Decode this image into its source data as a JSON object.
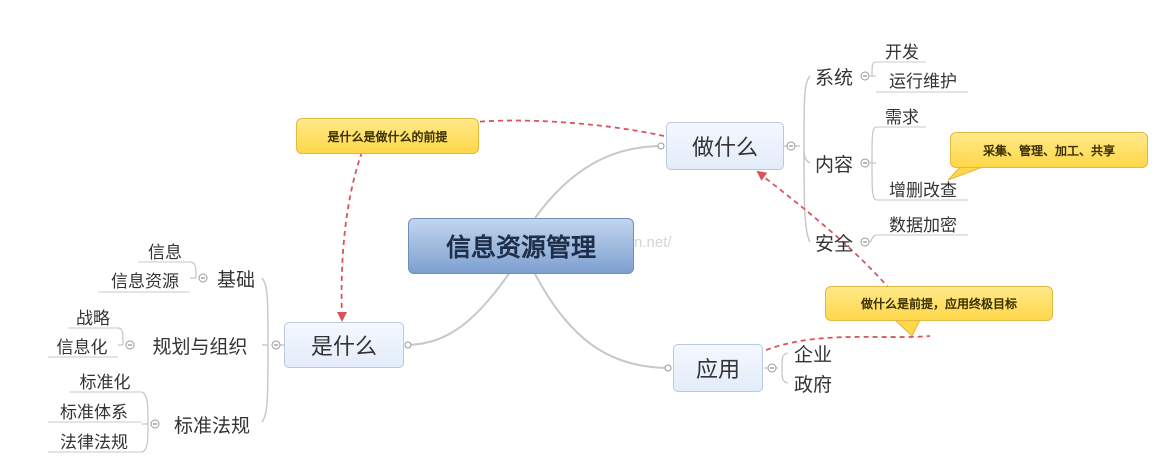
{
  "root": {
    "label": "信息资源管理"
  },
  "branches": {
    "what": {
      "label": "是什么",
      "groups": [
        {
          "label": "基础",
          "items": [
            "信息",
            "信息资源"
          ]
        },
        {
          "label": "规划与组织",
          "items": [
            "战略",
            "信息化"
          ]
        },
        {
          "label": "标准法规",
          "items": [
            "标准化",
            "标准体系",
            "法律法规"
          ]
        }
      ]
    },
    "do": {
      "label": "做什么",
      "groups": [
        {
          "label": "系统",
          "items": [
            "开发",
            "运行维护"
          ]
        },
        {
          "label": "内容",
          "items": [
            "需求",
            "增删改查"
          ]
        },
        {
          "label": "安全",
          "items": [
            "数据加密"
          ]
        }
      ]
    },
    "apply": {
      "label": "应用",
      "items": [
        "企业",
        "政府"
      ]
    }
  },
  "callouts": {
    "premise": "是什么是做什么的前提",
    "content_ops": "采集、管理、加工、共享",
    "goal": "做什么是前提，应用终极目标"
  },
  "watermark": "n.net/",
  "colors": {
    "central_fill": "#7d9fd0",
    "main_node_fill": "#e3ecfa",
    "callout_fill": "#ffd74a",
    "relation_arrow": "#d9535f",
    "connector": "#c8c8c8"
  }
}
